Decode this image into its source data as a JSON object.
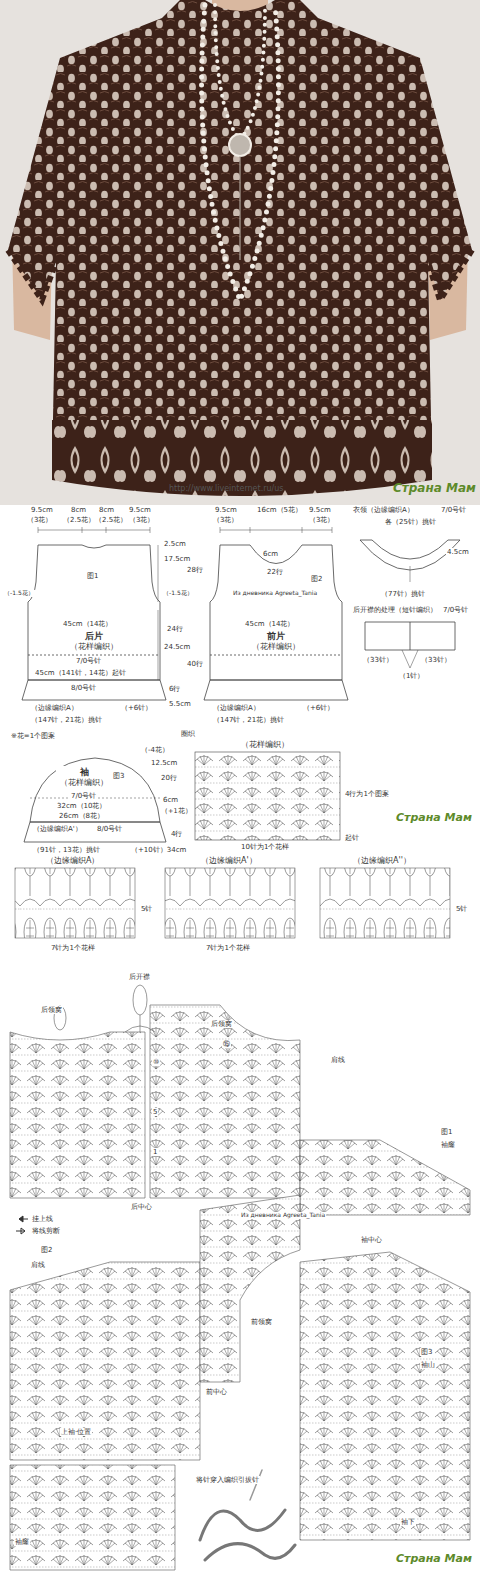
{
  "diagram": {
    "nodes": [
      {
        "text": [
          "后片",
          "（花样编织）"
        ]
      },
      {
        "text": [
          "前片",
          "（花样编织）"
        ]
      },
      {
        "text": [
          "袖",
          "（花样编织）"
        ]
      }
    ],
    "labels": [
      "http://www.liveinternet.ru/us",
      "Страна Мам",
      "9.5cm",
      "8cm",
      "8cm",
      "9.5cm",
      "（3花）",
      "（2.5花）",
      "（2.5花）",
      "（3花）",
      "2.5cm",
      "17.5cm",
      "28行",
      "图1",
      "（-1.5花）",
      "（-1.5花）",
      "45cm（14花）",
      "24行",
      "24.5cm",
      "40行",
      "7/0号针",
      "8/0号针",
      "45cm（141针，14花）起针",
      "（边缘编织A）",
      "（+6针）",
      "5.5cm",
      "（147针，21花）挑针",
      "6行",
      "9.5cm",
      "16cm（5花）",
      "9.5cm",
      "（3花）",
      "（3花）",
      "6cm",
      "22行",
      "图2",
      "45cm（14花）",
      "（边缘编织A）",
      "（+6针）",
      "（147针，21花）挑针",
      "圈织",
      "※花=1个图案",
      "衣领（边缘编织A）",
      "7/0号针",
      "各（25针）挑针",
      "4.5cm",
      "（77针）挑针",
      "后开襟的处理（短针编织）",
      "7/0号针",
      "（33针）",
      "（33针）",
      "（1针）",
      "图3",
      "7/0号针",
      "32cm（10花）",
      "26cm（8花）",
      "（-4花）",
      "12.5cm",
      "20行",
      "6cm",
      "（+1花）",
      "（+10针）34cm",
      "（边缘编织A'）",
      "8/0号针",
      "（91针，13花）挑针",
      "4行",
      "（花样编织）",
      "4行为1个图案",
      "10针为1个花样",
      "起针",
      "（边缘编织A）",
      "7针为1个花样",
      "（边缘编织A'）",
      "7针为1个花样",
      "（边缘编织A''）",
      "5针",
      "5针",
      "Страна Мам",
      "Из дневника Agreeta_Tania",
      "Из дневника Agreeta_Tania",
      "后开襟",
      "后领窝",
      "后领窝",
      "肩线",
      "后中心",
      "图1",
      "袖窿",
      "图2",
      "肩线",
      "袖中心",
      "前领窝",
      "前中心",
      "图3",
      "袖山",
      "上袖·位置",
      "袖窿",
      "袖下",
      "将针穿入编织引拔针",
      "Страна Мам",
      "⑩",
      "5",
      "1",
      "⑮"
    ],
    "legend": [
      {
        "text": "挂上线"
      },
      {
        "text": "将线剪断"
      }
    ]
  }
}
